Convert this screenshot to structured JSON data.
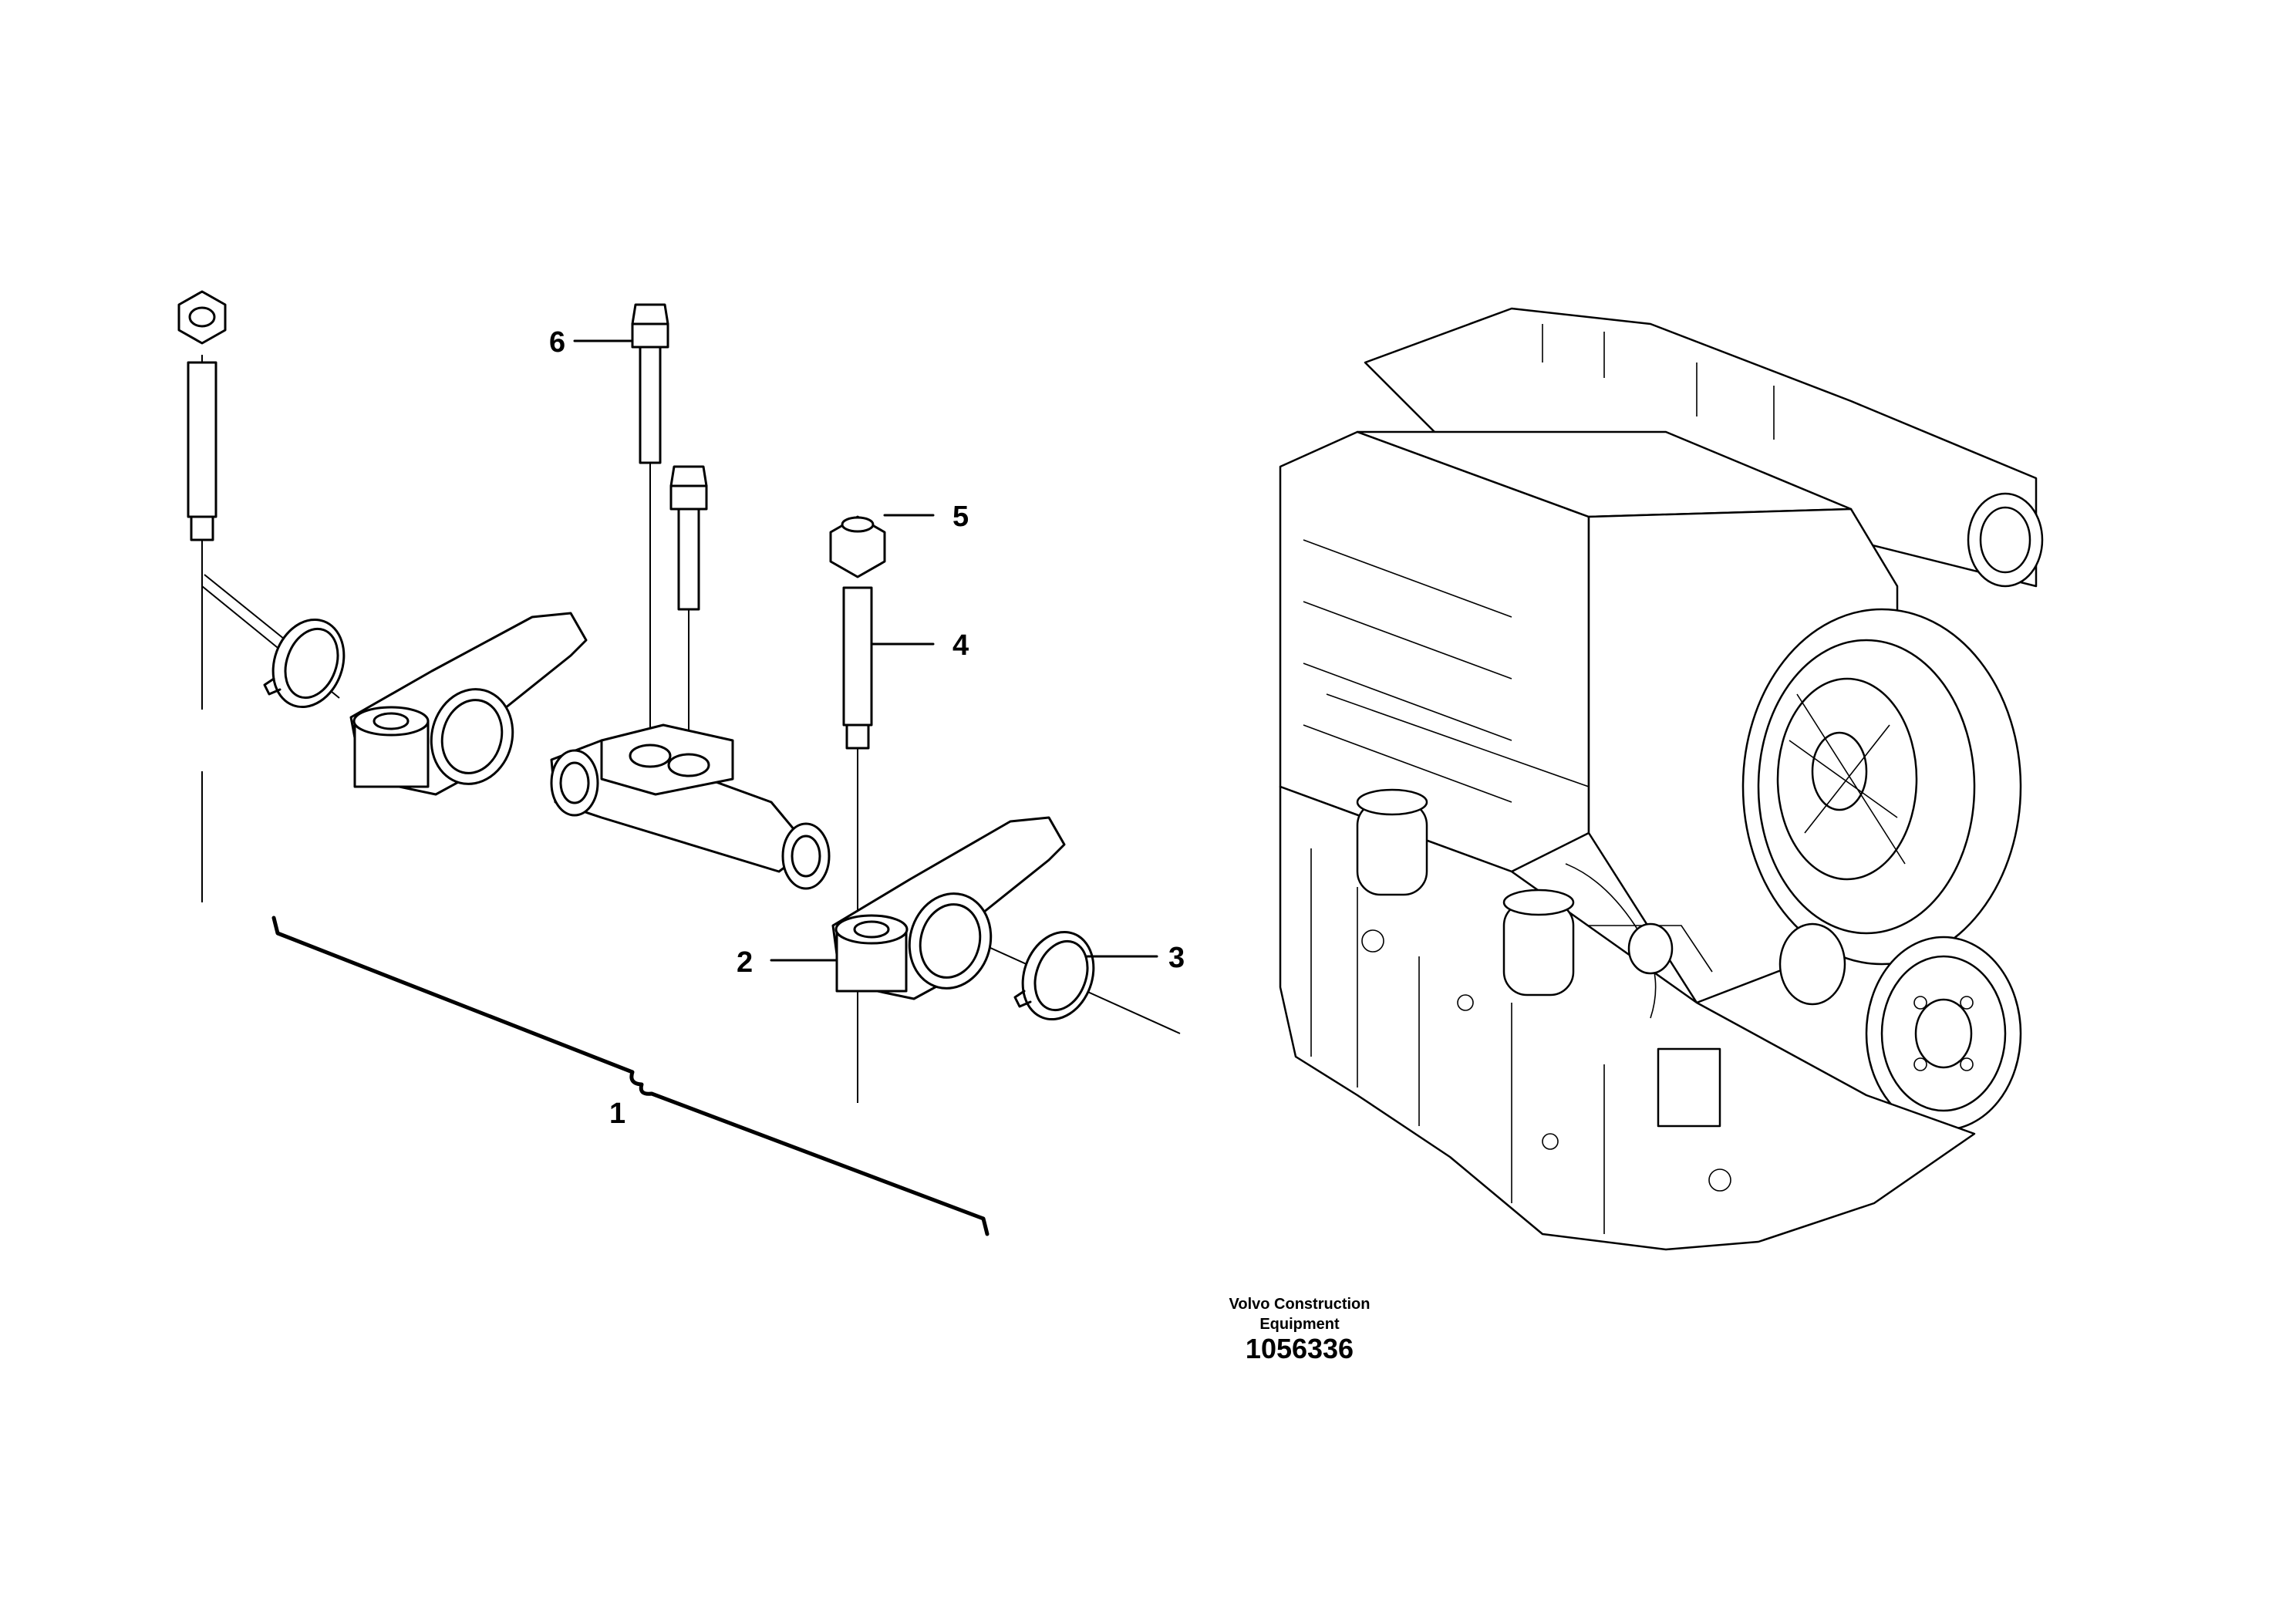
{
  "callouts": {
    "c1": "1",
    "c2": "2",
    "c3": "3",
    "c4": "4",
    "c5": "5",
    "c6": "6"
  },
  "caption": {
    "brand_line": "Volvo Construction Equipment",
    "drawing_number": "1056336"
  }
}
